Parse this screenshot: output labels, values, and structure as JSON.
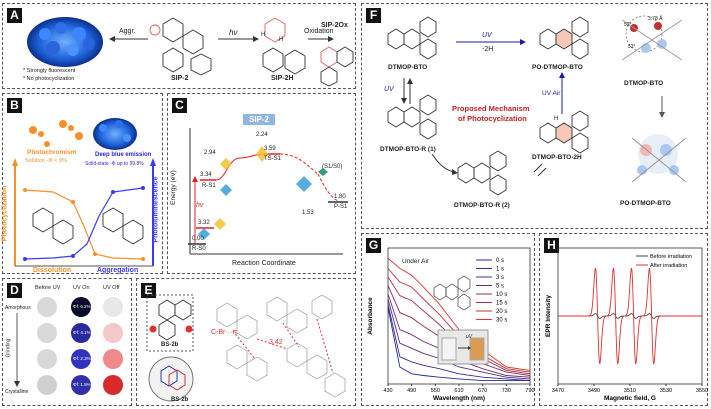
{
  "panel_labels": {
    "a": "A",
    "b": "B",
    "c": "C",
    "d": "D",
    "e": "E",
    "f": "F",
    "g": "G",
    "h": "H"
  },
  "panelA": {
    "aggr": "Aggr.",
    "hv": "hν",
    "oxidation": "Oxidation",
    "sip2": "SIP-2",
    "sip2h": "SIP-2H",
    "sip2ox": "SIP-2Ox",
    "note1": "* Strongly fluorescent",
    "note2": "* No photocyclization",
    "h_label": "H",
    "h_label2": "·H"
  },
  "panelB": {
    "photochromism": "Photochromism",
    "sol_phi": "Solution -Φ < 9%",
    "deep_blue": "Deep blue emission",
    "solid_phi": "Solid-state -Φ up to 99.8%",
    "y_left": "Photocyclization",
    "y_right": "Photoluminescence",
    "x_left": "Dissolution",
    "x_right": "Aggregation"
  },
  "panelC": {
    "badge": "SIP-2",
    "y_axis": "Energy (eV)",
    "x_axis": "Reaction Coordinate",
    "hv": "hν",
    "v294": "2.94",
    "v334": "3.34",
    "r_s1": "R-S1",
    "v224": "2.24",
    "v359": "3.59",
    "ts_s1": "TS-S1",
    "s1s0": "(S1/S0)",
    "v332": "3.32",
    "v000": "0.00",
    "r_s0": "R-S0",
    "v153": "1.53",
    "v180": "1.80",
    "p_s1": "P-S1"
  },
  "panelD": {
    "before": "Before UV",
    "uv_on": "UV On",
    "uv_off": "UV Off",
    "amorphous": "Amorphous",
    "grinding": "Grinding",
    "crystalline": "Crystalline",
    "phi": [
      "Φf: 6.2%",
      "Φf: 4.1%",
      "Φf: 2.3%",
      "Φf: 1.5%"
    ]
  },
  "panelE": {
    "bs2b_top": "BS-2b",
    "bs2b_bottom": "BS-2b",
    "interaction": "C-Br···π",
    "dist": "3.42"
  },
  "panelF": {
    "dtmop": "DTMOP-BTO",
    "po": "PO-DTMOP-BTO",
    "uv_top": "UV",
    "minus2h": "-2H",
    "uv_left": "UV",
    "uv_air": "UV  Air",
    "r1": "DTMOP-BTO-R (1)",
    "r2": "DTMOP-BTO-R (2)",
    "twoH": "DTMOP-BTO-2H",
    "mechanism_1": "Proposed Mechanism",
    "mechanism_2": "of Photocyclization",
    "xray_top": "DTMOP-BTO",
    "xray_bottom": "PO-DTMOP-BTO",
    "angles": [
      "52°",
      "3.78 Å",
      "53°"
    ],
    "h_lab": "H"
  },
  "panelG": {
    "under_air": "Under Air",
    "uv": "uV",
    "colors": {
      "top": "#1f2aa8",
      "bottom": "#d9342b"
    }
  },
  "panelH": {
    "colors": {
      "before": "#444444",
      "after": "#e03030"
    }
  },
  "chart_data": [
    {
      "type": "line",
      "title": "",
      "xlabel": "Wavelength (nm)",
      "ylabel": "Absorbance",
      "xlim": [
        430,
        790
      ],
      "x_ticks": [
        "430",
        "490",
        "550",
        "610",
        "670",
        "730",
        "790"
      ],
      "legend": [
        "0 s",
        "1 s",
        "3 s",
        "5 s",
        "10 s",
        "15 s",
        "20 s",
        "30 s"
      ],
      "series": [
        {
          "name": "0 s",
          "x": [
            430,
            460,
            490,
            520,
            560,
            610,
            670,
            730,
            790
          ],
          "y": [
            0.45,
            0.1,
            0.06,
            0.05,
            0.04,
            0.03,
            0.02,
            0.02,
            0.02
          ]
        },
        {
          "name": "1 s",
          "x": [
            430,
            460,
            490,
            520,
            560,
            610,
            670,
            730,
            790
          ],
          "y": [
            0.47,
            0.16,
            0.13,
            0.11,
            0.09,
            0.06,
            0.04,
            0.03,
            0.02
          ]
        },
        {
          "name": "3 s",
          "x": [
            430,
            460,
            490,
            520,
            560,
            610,
            670,
            730,
            790
          ],
          "y": [
            0.5,
            0.24,
            0.21,
            0.18,
            0.15,
            0.1,
            0.07,
            0.04,
            0.03
          ]
        },
        {
          "name": "5 s",
          "x": [
            430,
            460,
            490,
            520,
            560,
            610,
            670,
            730,
            790
          ],
          "y": [
            0.53,
            0.32,
            0.29,
            0.25,
            0.21,
            0.14,
            0.09,
            0.05,
            0.04
          ]
        },
        {
          "name": "10 s",
          "x": [
            430,
            460,
            490,
            520,
            560,
            610,
            670,
            730,
            790
          ],
          "y": [
            0.58,
            0.42,
            0.39,
            0.34,
            0.28,
            0.19,
            0.12,
            0.07,
            0.05
          ]
        },
        {
          "name": "15 s",
          "x": [
            430,
            460,
            490,
            520,
            560,
            610,
            670,
            730,
            790
          ],
          "y": [
            0.63,
            0.52,
            0.49,
            0.43,
            0.35,
            0.24,
            0.15,
            0.08,
            0.06
          ]
        },
        {
          "name": "20 s",
          "x": [
            430,
            460,
            490,
            520,
            560,
            610,
            670,
            730,
            790
          ],
          "y": [
            0.68,
            0.6,
            0.57,
            0.5,
            0.41,
            0.28,
            0.17,
            0.09,
            0.07
          ]
        },
        {
          "name": "30 s",
          "x": [
            430,
            460,
            490,
            520,
            560,
            610,
            670,
            730,
            790
          ],
          "y": [
            0.74,
            0.68,
            0.64,
            0.57,
            0.47,
            0.32,
            0.2,
            0.1,
            0.08
          ]
        }
      ]
    },
    {
      "type": "line",
      "title": "",
      "xlabel": "Magnetic field, G",
      "ylabel": "EPR Intensity",
      "xlim": [
        3470,
        3550
      ],
      "x_ticks": [
        "3470",
        "3490",
        "3510",
        "3530",
        "3550"
      ],
      "legend": [
        "Before irradiation",
        "After irradiation"
      ],
      "peaks_G": [
        3492,
        3502,
        3512,
        3522
      ],
      "series": [
        {
          "name": "Before irradiation",
          "amplitude": 0.05
        },
        {
          "name": "After irradiation",
          "amplitude": 1.0
        }
      ]
    }
  ]
}
